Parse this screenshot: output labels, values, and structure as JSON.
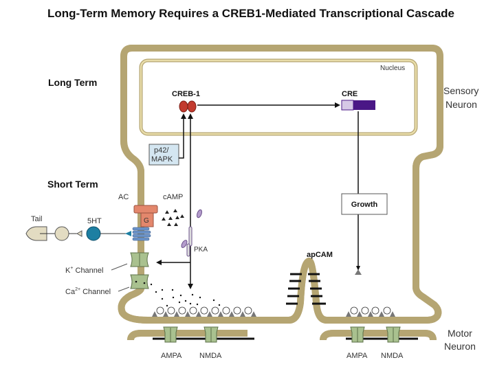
{
  "title": "Long-Term Memory Requires a CREB1-Mediated Transcriptional Cascade",
  "labels": {
    "long_term": "Long Term",
    "short_term": "Short Term",
    "nucleus": "Nucleus",
    "creb1": "CREB-1",
    "cre": "CRE",
    "sensory_neuron_1": "Sensory",
    "sensory_neuron_2": "Neuron",
    "mapk_1": "p42/",
    "mapk_2": "MAPK",
    "ac": "AC",
    "camp": "cAMP",
    "g": "G",
    "tail": "Tail",
    "5ht": "5HT",
    "pka": "PKA",
    "k_channel": "K",
    "k_sup": "+",
    "k_channel_suffix": " Channel",
    "ca_channel": "Ca",
    "ca_sup": "2+",
    "ca_channel_suffix": " Channel",
    "growth": "Growth",
    "apcam": "apCAM",
    "ampa_left": "AMPA",
    "nmda_left": "NMDA",
    "ampa_right": "AMPA",
    "nmda_right": "NMDA",
    "motor_neuron_1": "Motor",
    "motor_neuron_2": "Neuron"
  },
  "colors": {
    "membrane": "#e9ddaa",
    "membrane_edge": "#b5a572",
    "creb": "#c23a2e",
    "cre_light": "#d6c8e6",
    "cre_dark": "#4a1786",
    "mapk": "#d4e6f1",
    "ac": "#e3876c",
    "receptor": "#6b93c8",
    "5ht": "#1d7fa2",
    "channel": "#a9c18f",
    "pka": "#b49ccc"
  }
}
